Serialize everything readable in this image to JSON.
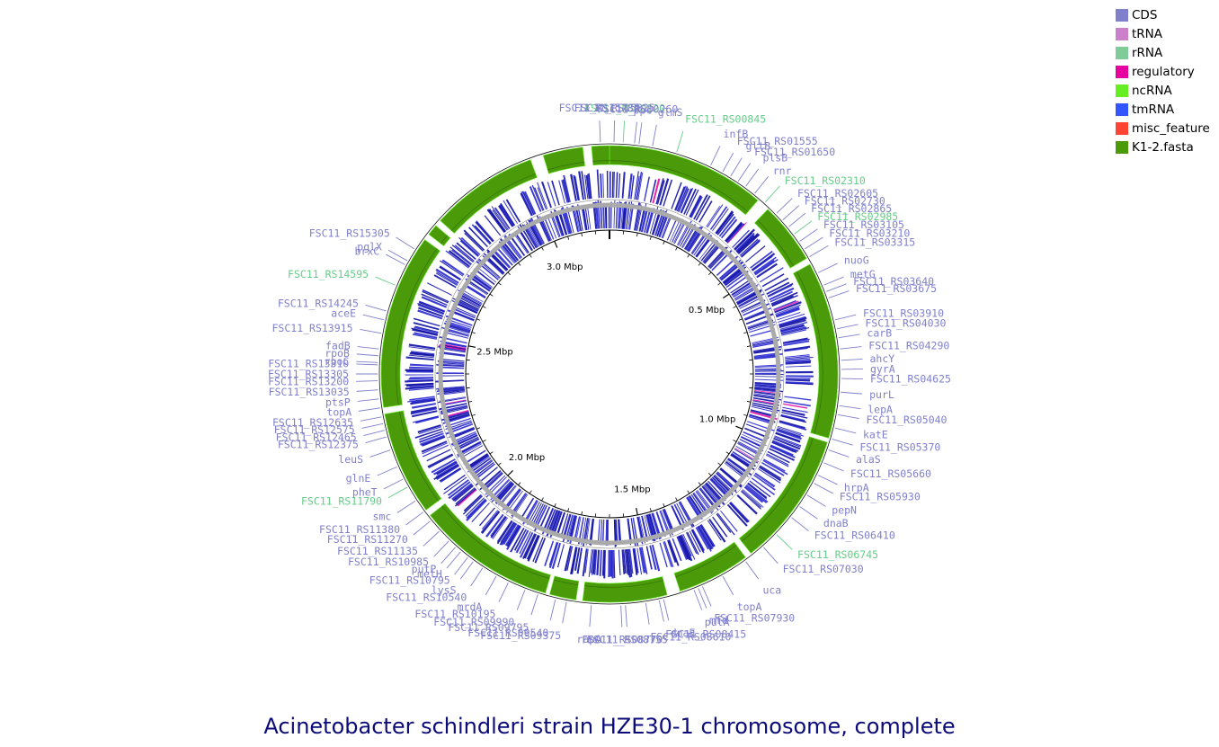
{
  "title": "Acinetobacter schindleri strain HZE30-1 chromosome, complete",
  "legend": [
    {
      "name": "CDS",
      "color": "#8080cc"
    },
    {
      "name": "tRNA",
      "color": "#cc80cc"
    },
    {
      "name": "rRNA",
      "color": "#80cc99"
    },
    {
      "name": "regulatory",
      "color": "#e600a0"
    },
    {
      "name": "ncRNA",
      "color": "#66ee22"
    },
    {
      "name": "tmRNA",
      "color": "#3355ff"
    },
    {
      "name": "misc_feature",
      "color": "#ff4433"
    },
    {
      "name": "K1-2.fasta",
      "color": "#4a9a0a"
    }
  ],
  "colors": {
    "cds_label": "#8080cc",
    "rrna_label": "#66cc88",
    "blast_ring": "#4a9a0a",
    "blast_edge": "#66ee22",
    "feature_ring": "#1a1acc",
    "backbone": "#aaaaaa"
  },
  "genome_length_mbp": 3.2,
  "ticks": [
    {
      "label": "0.5 Mbp",
      "pos": 0.5
    },
    {
      "label": "1.0 Mbp",
      "pos": 1.0
    },
    {
      "label": "1.5 Mbp",
      "pos": 1.5
    },
    {
      "label": "2.0 Mbp",
      "pos": 2.0
    },
    {
      "label": "2.5 Mbp",
      "pos": 2.5
    },
    {
      "label": "3.0 Mbp",
      "pos": 3.0
    }
  ],
  "genes": [
    {
      "name": "FSC11_RS00120",
      "type": "rRNA",
      "pos": 0.03
    },
    {
      "name": "FSC11_RS15825",
      "type": "CDS",
      "pos": 0.01
    },
    {
      "name": "FSC11_RS00260",
      "type": "CDS",
      "pos": 0.055
    },
    {
      "name": "FSC11_RS15785",
      "type": "CDS",
      "pos": 3.18
    },
    {
      "name": "ppc",
      "type": "CDS",
      "pos": 0.065
    },
    {
      "name": "glmS",
      "type": "CDS",
      "pos": 0.095
    },
    {
      "name": "FSC11_RS00845",
      "type": "rRNA",
      "pos": 0.15
    },
    {
      "name": "infB",
      "type": "CDS",
      "pos": 0.23
    },
    {
      "name": "FSC11_RS01555",
      "type": "CDS",
      "pos": 0.26
    },
    {
      "name": "gltB",
      "type": "CDS",
      "pos": 0.28
    },
    {
      "name": "FSC11_RS01650",
      "type": "CDS",
      "pos": 0.3
    },
    {
      "name": "plsB",
      "type": "CDS",
      "pos": 0.32
    },
    {
      "name": "rnr",
      "type": "CDS",
      "pos": 0.345
    },
    {
      "name": "FSC11_RS02310",
      "type": "rRNA",
      "pos": 0.375
    },
    {
      "name": "FSC11_RS02605",
      "type": "CDS",
      "pos": 0.41
    },
    {
      "name": "FSC11_RS02730",
      "type": "CDS",
      "pos": 0.43
    },
    {
      "name": "FSC11_RS02865",
      "type": "CDS",
      "pos": 0.45
    },
    {
      "name": "FSC11_RS02985",
      "type": "rRNA",
      "pos": 0.47
    },
    {
      "name": "FSC11_RS03105",
      "type": "CDS",
      "pos": 0.49
    },
    {
      "name": "FSC11_RS03210",
      "type": "CDS",
      "pos": 0.51
    },
    {
      "name": "FSC11_RS03315",
      "type": "CDS",
      "pos": 0.53
    },
    {
      "name": "nuoG",
      "type": "CDS",
      "pos": 0.57
    },
    {
      "name": "metG",
      "type": "CDS",
      "pos": 0.6
    },
    {
      "name": "FSC11_RS03640",
      "type": "CDS",
      "pos": 0.615
    },
    {
      "name": "FSC11_RS03675",
      "type": "CDS",
      "pos": 0.63
    },
    {
      "name": "FSC11_RS03910",
      "type": "CDS",
      "pos": 0.68
    },
    {
      "name": "FSC11_RS04030",
      "type": "CDS",
      "pos": 0.7
    },
    {
      "name": "carB",
      "type": "CDS",
      "pos": 0.72
    },
    {
      "name": "FSC11_RS04290",
      "type": "CDS",
      "pos": 0.745
    },
    {
      "name": "ahcY",
      "type": "CDS",
      "pos": 0.77
    },
    {
      "name": "gyrA",
      "type": "CDS",
      "pos": 0.79
    },
    {
      "name": "FSC11_RS04625",
      "type": "CDS",
      "pos": 0.81
    },
    {
      "name": "purL",
      "type": "CDS",
      "pos": 0.84
    },
    {
      "name": "lepA",
      "type": "CDS",
      "pos": 0.87
    },
    {
      "name": "FSC11_RS05040",
      "type": "CDS",
      "pos": 0.89
    },
    {
      "name": "katE",
      "type": "CDS",
      "pos": 0.92
    },
    {
      "name": "FSC11_RS05370",
      "type": "CDS",
      "pos": 0.945
    },
    {
      "name": "alaS",
      "type": "CDS",
      "pos": 0.97
    },
    {
      "name": "FSC11_RS05660",
      "type": "CDS",
      "pos": 1.0
    },
    {
      "name": "hrpA",
      "type": "CDS",
      "pos": 1.03
    },
    {
      "name": "FSC11_RS05930",
      "type": "CDS",
      "pos": 1.05
    },
    {
      "name": "pepN",
      "type": "CDS",
      "pos": 1.08
    },
    {
      "name": "dnaB",
      "type": "CDS",
      "pos": 1.11
    },
    {
      "name": "FSC11_RS06410",
      "type": "CDS",
      "pos": 1.14
    },
    {
      "name": "FSC11_RS06745",
      "type": "rRNA",
      "pos": 1.19
    },
    {
      "name": "FSC11_RS07030",
      "type": "CDS",
      "pos": 1.23
    },
    {
      "name": "uca",
      "type": "CDS",
      "pos": 1.28
    },
    {
      "name": "topA",
      "type": "CDS",
      "pos": 1.34
    },
    {
      "name": "FSC11_RS07930",
      "type": "CDS",
      "pos": 1.39
    },
    {
      "name": "mfd",
      "type": "CDS",
      "pos": 1.4
    },
    {
      "name": "putA",
      "type": "CDS",
      "pos": 1.41
    },
    {
      "name": "dnaE",
      "type": "CDS",
      "pos": 1.48
    },
    {
      "name": "FSC11_RS08415",
      "type": "CDS",
      "pos": 1.49
    },
    {
      "name": "FSC11_RS08610",
      "type": "CDS",
      "pos": 1.52
    },
    {
      "name": "FSC11_RS08755",
      "type": "CDS",
      "pos": 1.565
    },
    {
      "name": "FSC11_RS08770",
      "type": "CDS",
      "pos": 1.575
    },
    {
      "name": "rapA",
      "type": "CDS",
      "pos": 1.64
    },
    {
      "name": "FSC11_RS09375",
      "type": "CDS",
      "pos": 1.695
    },
    {
      "name": "FSC11_RS09540",
      "type": "CDS",
      "pos": 1.72
    },
    {
      "name": "FSC11_RS09795",
      "type": "CDS",
      "pos": 1.76
    },
    {
      "name": "FSC11_RS09990",
      "type": "CDS",
      "pos": 1.79
    },
    {
      "name": "FSC11_RS10195",
      "type": "CDS",
      "pos": 1.83
    },
    {
      "name": "mrdA",
      "type": "CDS",
      "pos": 1.86
    },
    {
      "name": "FSC11_RS10540",
      "type": "CDS",
      "pos": 1.895
    },
    {
      "name": "lysS",
      "type": "CDS",
      "pos": 1.92
    },
    {
      "name": "FSC11_RS10795",
      "type": "CDS",
      "pos": 1.935
    },
    {
      "name": "metH",
      "type": "CDS",
      "pos": 1.955
    },
    {
      "name": "putP",
      "type": "CDS",
      "pos": 1.97
    },
    {
      "name": "FSC11_RS10985",
      "type": "CDS",
      "pos": 1.99
    },
    {
      "name": "FSC11_RS11135",
      "type": "CDS",
      "pos": 2.02
    },
    {
      "name": "FSC11_RS11270",
      "type": "CDS",
      "pos": 2.05
    },
    {
      "name": "FSC11_RS11380",
      "type": "CDS",
      "pos": 2.075
    },
    {
      "name": "smc",
      "type": "CDS",
      "pos": 2.105
    },
    {
      "name": "FSC11_RS11790",
      "type": "rRNA",
      "pos": 2.14
    },
    {
      "name": "pheT",
      "type": "CDS",
      "pos": 2.16
    },
    {
      "name": "glnE",
      "type": "CDS",
      "pos": 2.19
    },
    {
      "name": "leuS",
      "type": "CDS",
      "pos": 2.23
    },
    {
      "name": "FSC11_RS12375",
      "type": "CDS",
      "pos": 2.26
    },
    {
      "name": "FSC11_RS12465",
      "type": "CDS",
      "pos": 2.275
    },
    {
      "name": "FSC11_RS12575",
      "type": "CDS",
      "pos": 2.29
    },
    {
      "name": "FSC11_RS12635",
      "type": "CDS",
      "pos": 2.305
    },
    {
      "name": "topA",
      "type": "CDS",
      "pos": 2.325
    },
    {
      "name": "ptsP",
      "type": "CDS",
      "pos": 2.345
    },
    {
      "name": "FSC11_RS13035",
      "type": "CDS",
      "pos": 2.365
    },
    {
      "name": "FSC11_RS13200",
      "type": "CDS",
      "pos": 2.385
    },
    {
      "name": "FSC11_RS13305",
      "type": "CDS",
      "pos": 2.4
    },
    {
      "name": "FSC11_RS13310",
      "type": "CDS",
      "pos": 2.42
    },
    {
      "name": "rpoC",
      "type": "CDS",
      "pos": 2.425
    },
    {
      "name": "rpoB",
      "type": "CDS",
      "pos": 2.44
    },
    {
      "name": "fadB",
      "type": "CDS",
      "pos": 2.455
    },
    {
      "name": "FSC11_RS13915",
      "type": "CDS",
      "pos": 2.49
    },
    {
      "name": "aceE",
      "type": "CDS",
      "pos": 2.52
    },
    {
      "name": "FSC11_RS14245",
      "type": "CDS",
      "pos": 2.54
    },
    {
      "name": "FSC11_RS14595",
      "type": "rRNA",
      "pos": 2.6
    },
    {
      "name": "brxC",
      "type": "CDS",
      "pos": 2.65
    },
    {
      "name": "pglX",
      "type": "CDS",
      "pos": 2.66
    },
    {
      "name": "FSC11_RS15305",
      "type": "CDS",
      "pos": 2.69
    }
  ],
  "blast_gaps": [
    [
      0.36,
      0.39
    ],
    [
      0.53,
      0.545
    ],
    [
      0.945,
      0.955
    ],
    [
      1.26,
      1.275
    ],
    [
      1.44,
      1.47
    ],
    [
      1.66,
      1.675
    ],
    [
      1.735,
      1.745
    ],
    [
      2.06,
      2.075
    ],
    [
      2.31,
      2.325
    ],
    [
      2.72,
      2.735
    ],
    [
      2.76,
      2.775
    ],
    [
      3.02,
      3.05
    ],
    [
      3.14,
      3.16
    ]
  ]
}
